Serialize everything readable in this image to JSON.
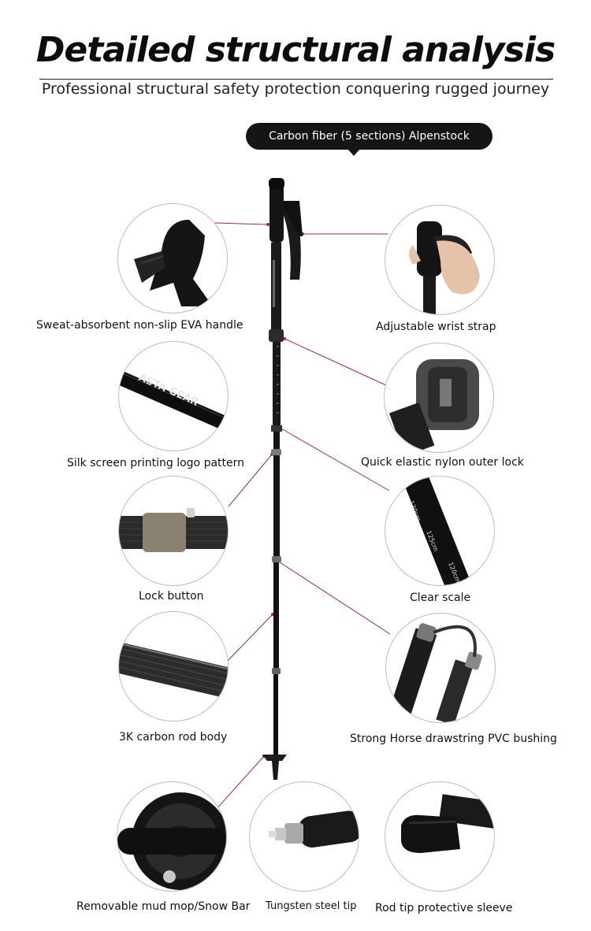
{
  "header": {
    "title": "Detailed structural analysis",
    "subtitle": "Professional structural safety protection conquering rugged journey"
  },
  "product": {
    "name_tag": "Carbon fiber (5 sections) Alpenstock",
    "pole_print": "ASTA GEAR"
  },
  "features": {
    "handle": "Sweat-absorbent non-slip EVA handle",
    "wrist_strap": "Adjustable wrist strap",
    "logo": "Silk screen printing logo pattern",
    "outer_lock": "Quick elastic nylon outer lock",
    "lock_button": "Lock button",
    "scale": "Clear scale",
    "carbon_body": "3K carbon rod body",
    "bushing": "Strong Horse drawstring PVC bushing",
    "mud_mop": "Removable mud mop/Snow Bar",
    "tip": "Tungsten steel tip",
    "sleeve": "Rod tip protective sleeve"
  },
  "scale_marks": [
    "130cm",
    "125cm",
    "120cm"
  ],
  "colors": {
    "accent_line": "#b02a2a",
    "pole": "#111111",
    "pill": "#151515"
  }
}
